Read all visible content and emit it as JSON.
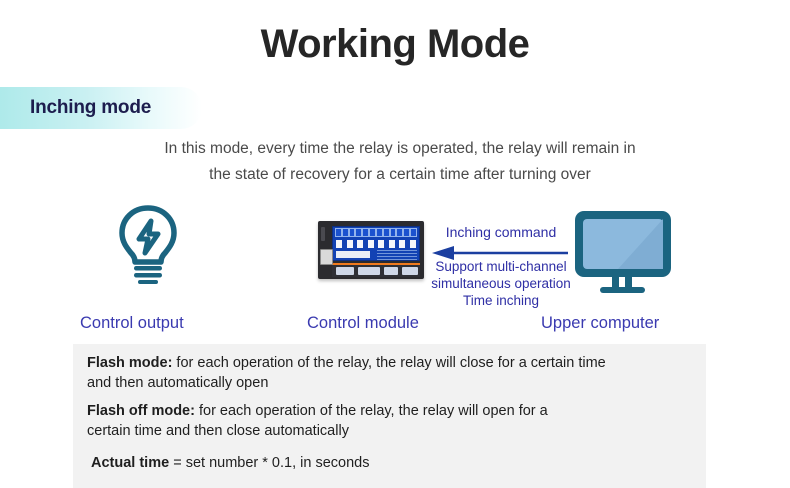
{
  "header": {
    "title": "Working Mode"
  },
  "badge": {
    "label": "Inching mode",
    "gradient_start": "#aeeaea",
    "gradient_end": "#ffffff",
    "text_color": "#1d1d4e"
  },
  "description": {
    "line1": "In this mode, every time the relay is operated, the relay will remain in",
    "line2": "the state of recovery for a certain time after turning over"
  },
  "diagram": {
    "accent_color": "#1b6480",
    "label_color": "#2f2fa5",
    "nodes": [
      {
        "icon": "lightbulb-icon",
        "caption": "Control output"
      },
      {
        "icon": "relay-control-module-icon",
        "caption": "Control module"
      },
      {
        "icon": "monitor-icon",
        "caption": "Upper computer"
      }
    ],
    "arrow1": {
      "direction": "left",
      "label": ""
    },
    "arrow2": {
      "direction": "left",
      "label": "Inching command",
      "notes_line1": "Support multi-channel",
      "notes_line2": "simultaneous operation",
      "notes_line3": "Time inching"
    }
  },
  "info_box": {
    "background": "#f2f2f2",
    "items": [
      {
        "term": "Flash mode:",
        "text_line1": " for each operation of the relay, the relay will close for a certain time",
        "text_line2": "and then automatically open"
      },
      {
        "term": "Flash off mode:",
        "text_line1": " for each operation of the relay, the relay will open for a",
        "text_line2": "certain time and then close automatically"
      }
    ],
    "formula": {
      "term": "Actual time",
      "text": " = set number * 0.1, in seconds"
    }
  }
}
